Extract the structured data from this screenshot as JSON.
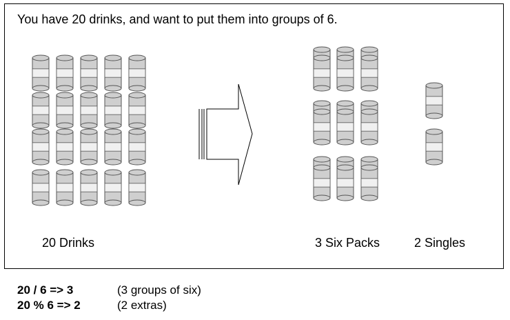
{
  "title": "You have 20 drinks, and want to put them into groups of 6.",
  "labels": {
    "drinks": "20 Drinks",
    "six_packs": "3 Six Packs",
    "singles": "2 Singles"
  },
  "equations": [
    {
      "expr": "20 / 6 => 3",
      "note": "(3 groups of six)"
    },
    {
      "expr": "20 % 6 => 2",
      "note": "(2 extras)"
    }
  ],
  "counts": {
    "total": 20,
    "group_size": 6,
    "groups": 3,
    "extras": 2
  },
  "colors": {
    "can_body": "#cfcfcf",
    "can_band": "#f0f0f0",
    "stroke": "#555555"
  }
}
